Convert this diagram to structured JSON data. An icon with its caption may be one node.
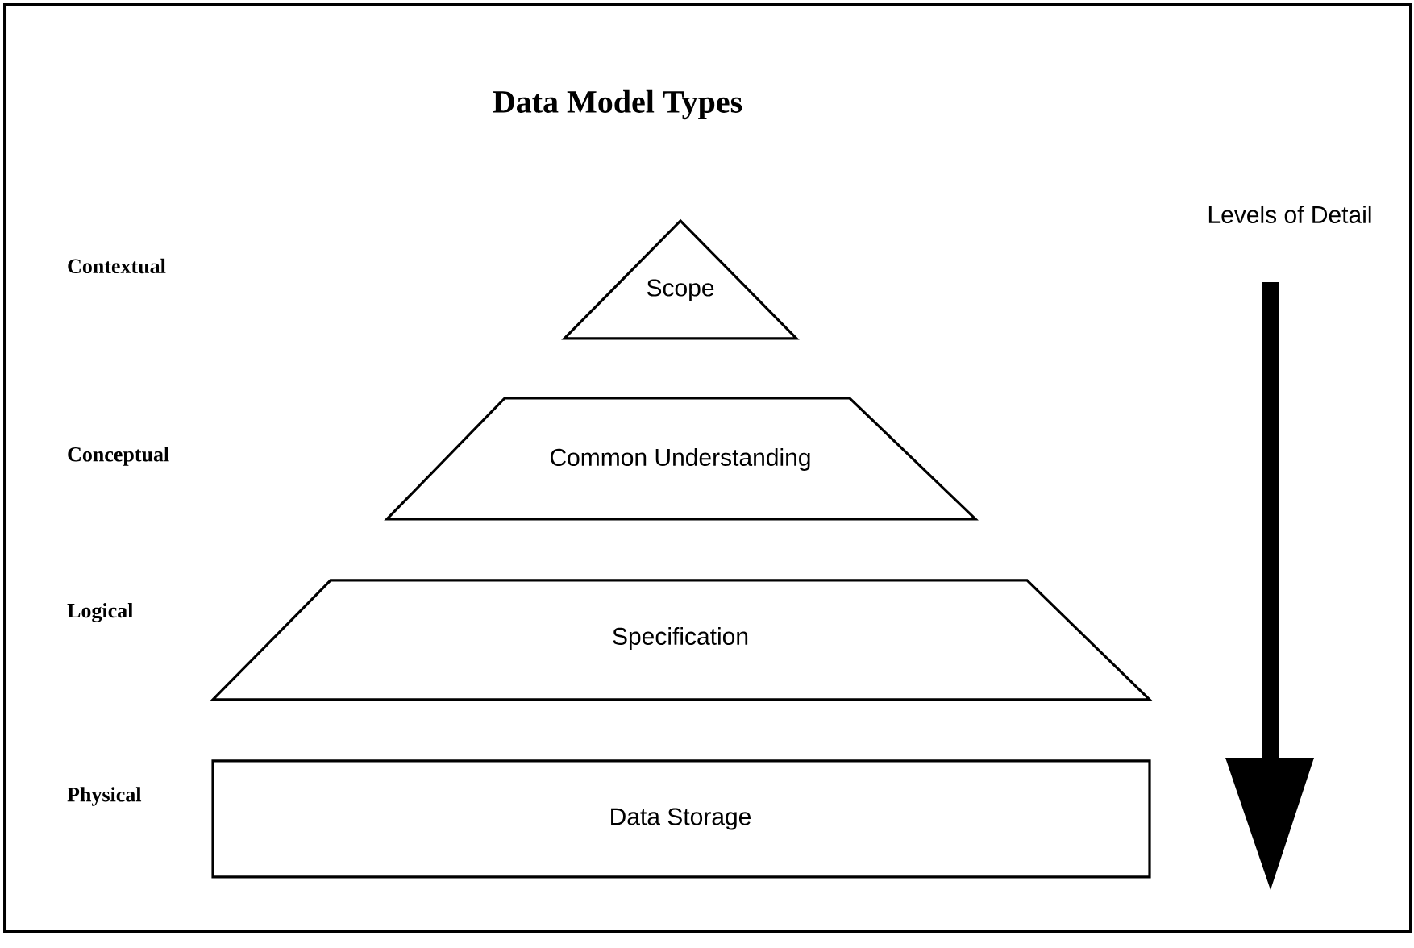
{
  "diagram": {
    "title": "Data Model Types",
    "nodes": [
      {
        "text": [
          "Scope"
        ]
      },
      {
        "text": [
          "Common Understanding"
        ]
      },
      {
        "text": [
          "Specification"
        ]
      },
      {
        "text": [
          "Data Storage"
        ]
      }
    ],
    "labels": [
      "Levels of Detail",
      "Contextual",
      "Conceptual",
      "Logical",
      "Physical"
    ]
  }
}
